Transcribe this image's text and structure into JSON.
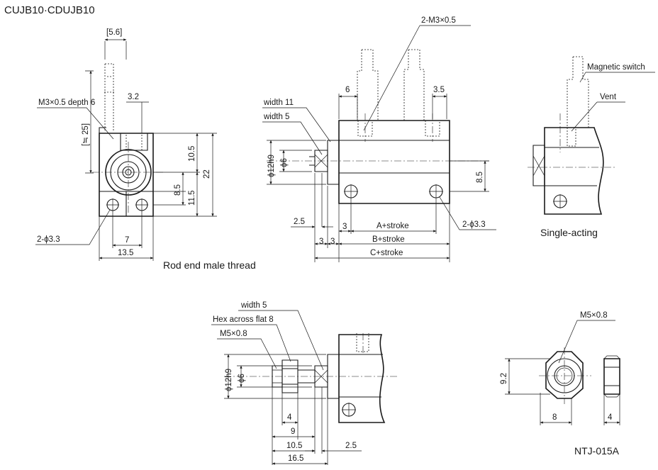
{
  "title": "CUJB10·CDUJB10",
  "drawing_code": "NTJ-015A",
  "captions": {
    "rod_end": "Rod end male thread",
    "single_acting": "Single-acting"
  },
  "side_view": {
    "dim_top": "[5.6]",
    "dim_3_2": "3.2",
    "tap_label": "M3×0.5 depth 6",
    "dim_25": "[≒ 25]",
    "dim_10_5": "10.5",
    "dim_22": "22",
    "dim_8_5": "8.5",
    "dim_11_5": "11.5",
    "holes": "2-ϕ3.3",
    "dim_7": "7",
    "dim_13_5": "13.5"
  },
  "front_view": {
    "tap_label": "2-M3×0.5",
    "dim_6": "6",
    "dim_3_5": "3.5",
    "width_11": "width 11",
    "width_5": "width 5",
    "dia_12h9": "ϕ12h9",
    "dia_6": "ϕ6",
    "dim_8_5": "8.5",
    "dim_2_5": "2.5",
    "dim_3a": "3",
    "dim_3b": "3",
    "dim_3c": "3",
    "a_stroke": "A+stroke",
    "b_stroke": "B+stroke",
    "c_stroke": "C+stroke",
    "holes": "2-ϕ3.3"
  },
  "single_acting_view": {
    "magnetic_switch": "Magnetic switch",
    "vent": "Vent"
  },
  "rod_end_view": {
    "width_5": "width 5",
    "hex_flat": "Hex across flat 8",
    "thread": "M5×0.8",
    "dia_12h9": "ϕ12h9",
    "dia_6": "ϕ6",
    "dim_4": "4",
    "dim_9": "9",
    "dim_10_5": "10.5",
    "dim_2_5": "2.5",
    "dim_16_5": "16.5"
  },
  "nut_view": {
    "thread": "M5×0.8",
    "dim_9_2": "9.2",
    "dim_8": "8",
    "dim_4": "4"
  }
}
